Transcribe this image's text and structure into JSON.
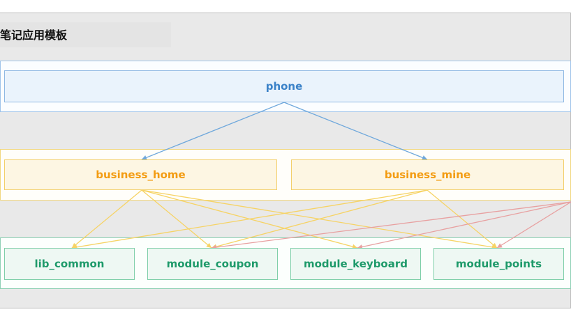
{
  "title": "笔记应用模板",
  "nodes": {
    "phone": "phone",
    "business_home": "business_home",
    "business_mine": "business_mine",
    "lib_common": "lib_common",
    "module_coupon": "module_coupon",
    "module_keyboard": "module_keyboard",
    "module_points": "module_points"
  },
  "edges": [
    {
      "from": "phone",
      "to": "business_home",
      "color": "#6fa8dc"
    },
    {
      "from": "phone",
      "to": "business_mine",
      "color": "#6fa8dc"
    },
    {
      "from": "business_home",
      "to": "lib_common",
      "color": "#f6d365"
    },
    {
      "from": "business_home",
      "to": "module_coupon",
      "color": "#f6d365"
    },
    {
      "from": "business_home",
      "to": "module_keyboard",
      "color": "#f6d365"
    },
    {
      "from": "business_home",
      "to": "module_points",
      "color": "#f6d365"
    },
    {
      "from": "business_mine",
      "to": "lib_common",
      "color": "#f6d365"
    },
    {
      "from": "business_mine",
      "to": "module_coupon",
      "color": "#f6d365"
    },
    {
      "from": "business_mine",
      "to": "module_points",
      "color": "#f6d365"
    },
    {
      "from": "offscreen",
      "to": "module_coupon",
      "color": "#e8a0a0"
    },
    {
      "from": "offscreen",
      "to": "module_keyboard",
      "color": "#e8a0a0"
    },
    {
      "from": "offscreen",
      "to": "module_points",
      "color": "#e8a0a0"
    }
  ]
}
